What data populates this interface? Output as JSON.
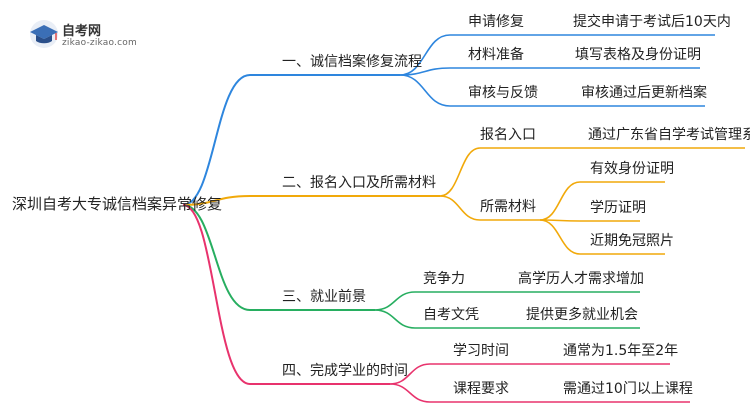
{
  "logo": {
    "title": "自考网",
    "url": "zikao-zikao.com"
  },
  "root": "深圳自考大专诚信档案异常修复",
  "branches": [
    {
      "label": "一、诚信档案修复流程",
      "color": "#2e86de",
      "children": [
        {
          "label": "申请修复",
          "detail": "提交申请于考试后10天内"
        },
        {
          "label": "材料准备",
          "detail": "填写表格及身份证明"
        },
        {
          "label": "审核与反馈",
          "detail": "审核通过后更新档案"
        }
      ]
    },
    {
      "label": "二、报名入口及所需材料",
      "color": "#f1a90a",
      "children": [
        {
          "label": "报名入口",
          "detail": "通过广东省自学考试管理系统"
        },
        {
          "label": "所需材料",
          "items": [
            "有效身份证明",
            "学历证明",
            "近期免冠照片"
          ]
        }
      ]
    },
    {
      "label": "三、就业前景",
      "color": "#27ae60",
      "children": [
        {
          "label": "竞争力",
          "detail": "高学历人才需求增加"
        },
        {
          "label": "自考文凭",
          "detail": "提供更多就业机会"
        }
      ]
    },
    {
      "label": "四、完成学业的时间",
      "color": "#e8336d",
      "children": [
        {
          "label": "学习时间",
          "detail": "通常为1.5年至2年"
        },
        {
          "label": "课程要求",
          "detail": "需通过10门以上课程"
        }
      ]
    }
  ]
}
